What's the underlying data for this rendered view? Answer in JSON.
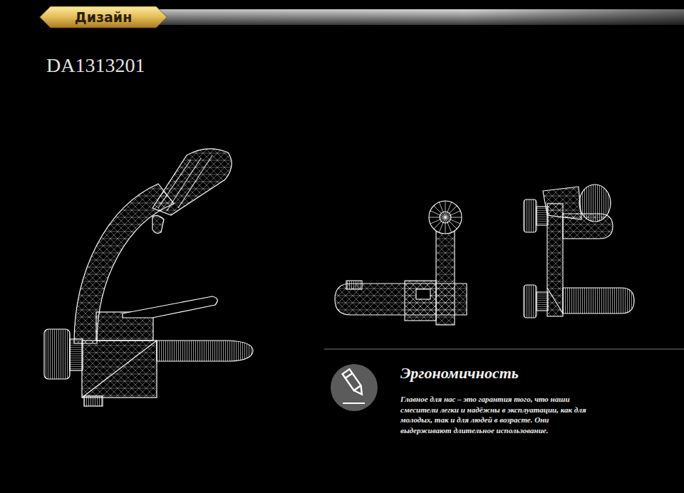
{
  "diagram": {
    "title": "DA1313201",
    "nodes": [
      {
        "text": [
          "Дизайн"
        ]
      }
    ],
    "labels": [
      "Эргономичность",
      "Главное для нас – это гарантия того, что наши смесители легки и надёжны в эксплуатации, как для молодых, так и для людей в возрасте. Они выдерживают длительное использование."
    ]
  }
}
